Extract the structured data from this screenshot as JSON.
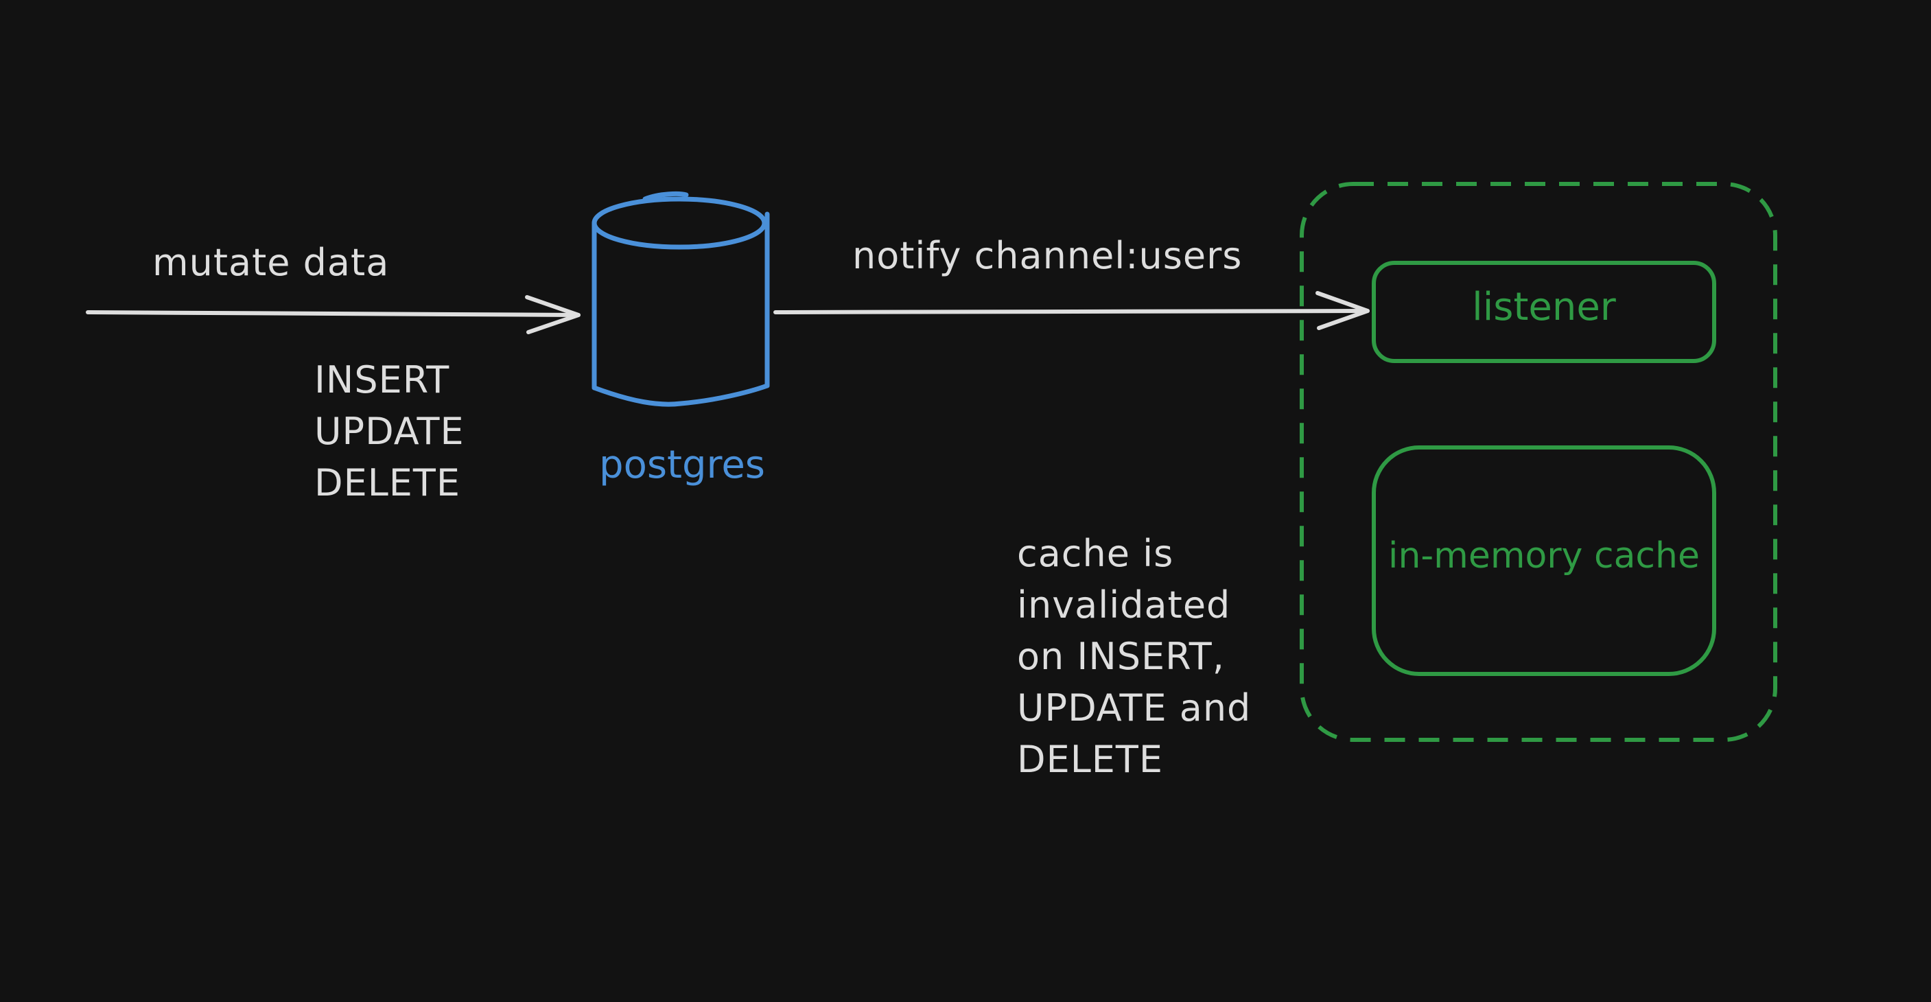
{
  "colors": {
    "background": "#121212",
    "text": "#dedede",
    "arrow": "#dedede",
    "database": "#4a90d9",
    "group": "#2f9a44"
  },
  "diagram": {
    "edge_input": {
      "label": "mutate data",
      "operations": [
        "INSERT",
        "UPDATE",
        "DELETE"
      ]
    },
    "database": {
      "label": "postgres",
      "icon": "database-cylinder-icon"
    },
    "edge_notify": {
      "label": "notify channel:users"
    },
    "group": {
      "listener": "listener",
      "cache": "in-memory cache"
    },
    "note": {
      "lines": [
        "cache is",
        "invalidated",
        "on INSERT,",
        "UPDATE and",
        "DELETE"
      ]
    }
  }
}
